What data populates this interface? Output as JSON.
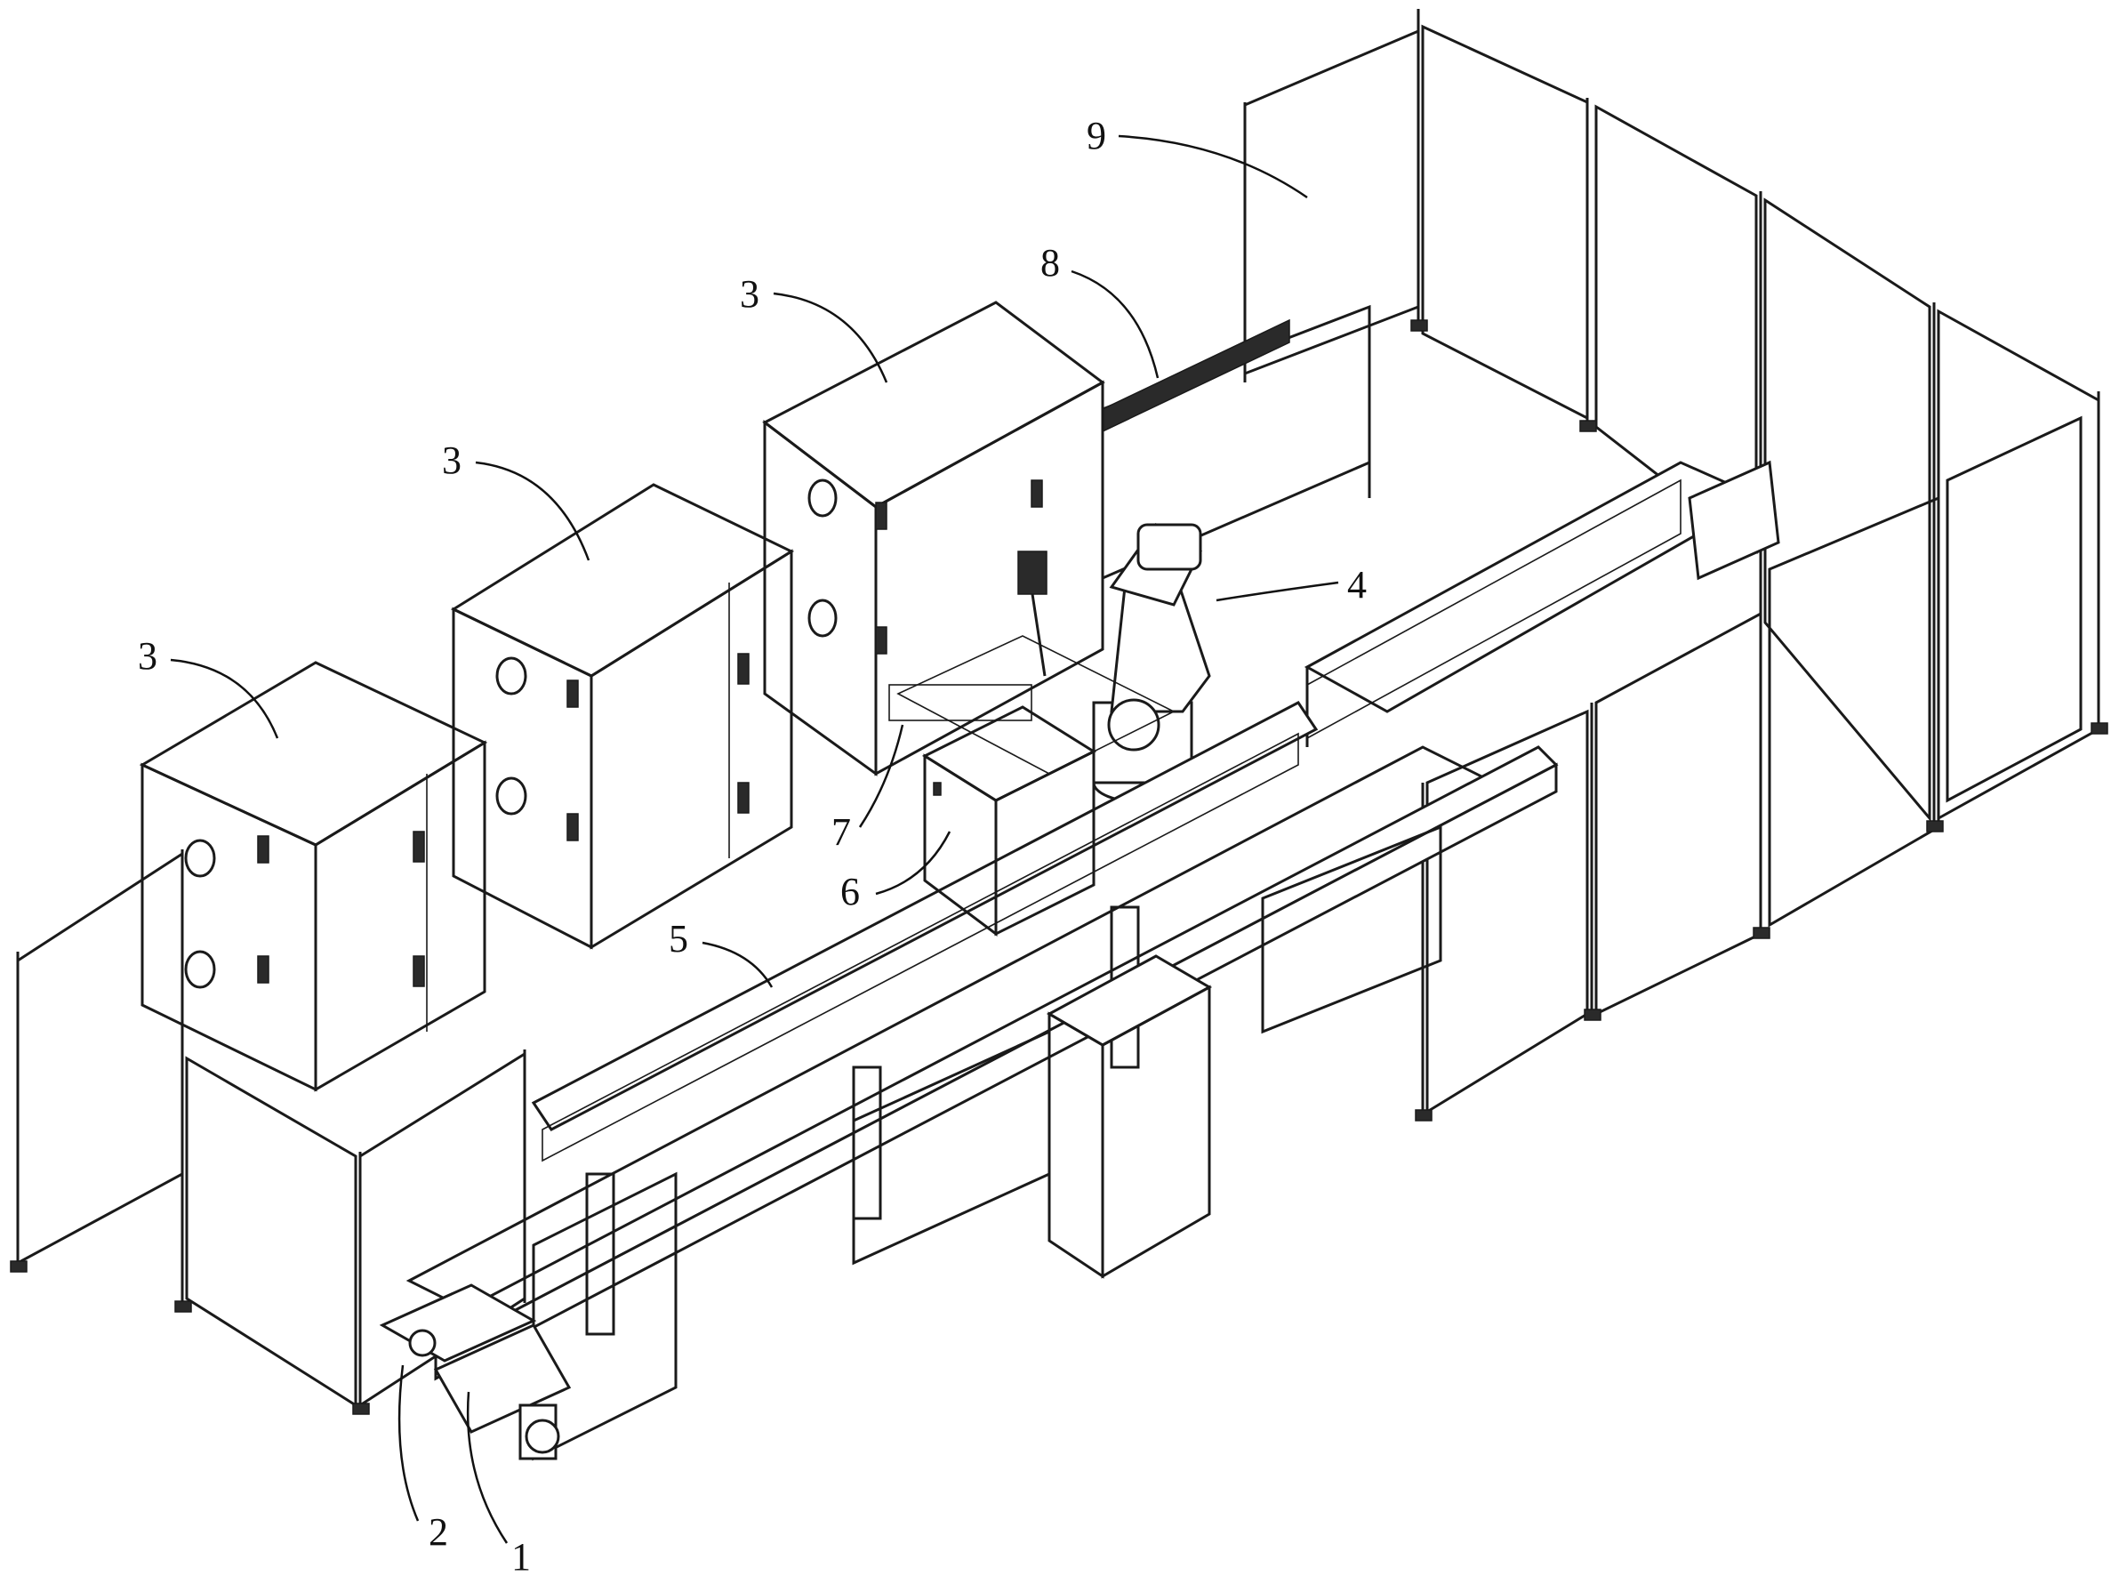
{
  "figure": {
    "labels": [
      {
        "id": "ref-1",
        "text": "1"
      },
      {
        "id": "ref-2",
        "text": "2"
      },
      {
        "id": "ref-3a",
        "text": "3"
      },
      {
        "id": "ref-3b",
        "text": "3"
      },
      {
        "id": "ref-3c",
        "text": "3"
      },
      {
        "id": "ref-4",
        "text": "4"
      },
      {
        "id": "ref-5",
        "text": "5"
      },
      {
        "id": "ref-6",
        "text": "6"
      },
      {
        "id": "ref-7",
        "text": "7"
      },
      {
        "id": "ref-8",
        "text": "8"
      },
      {
        "id": "ref-9",
        "text": "9"
      }
    ]
  },
  "colors": {
    "line": "#1a1a1a",
    "background": "#ffffff"
  }
}
